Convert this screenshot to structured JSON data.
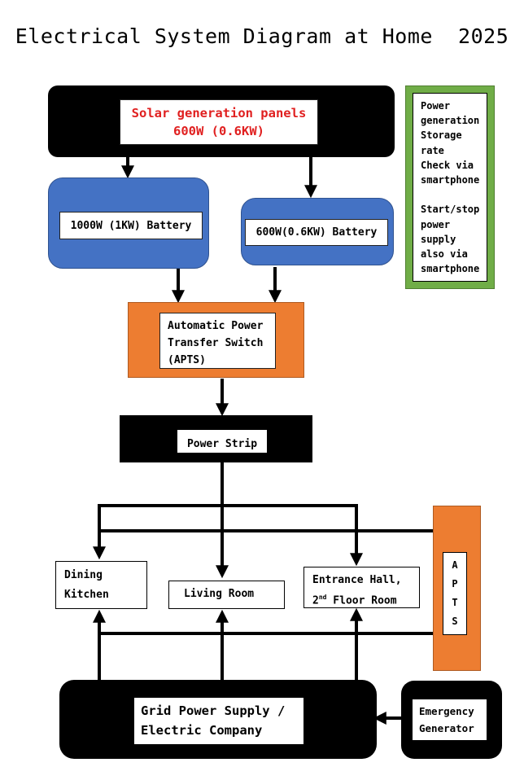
{
  "title": "Electrical System Diagram at Home  2025",
  "solar": {
    "line1": "Solar generation panels",
    "line2": "600W (0.6KW)",
    "text_color": "#e02020"
  },
  "battery_1": {
    "label": "1000W (1KW) Battery"
  },
  "battery_2": {
    "label": "600W(0.6KW) Battery"
  },
  "note": {
    "text": "Power\ngeneration\nStorage\nrate\nCheck via\nsmartphone\n\nStart/stop\npower\nsupply\nalso via\nsmartphone"
  },
  "apts_main": {
    "line1": "Automatic Power",
    "line2": "Transfer Switch",
    "line3": "(APTS)"
  },
  "power_strip": {
    "label": "Power Strip"
  },
  "rooms": [
    {
      "id": "dining-kitchen",
      "line1": "Dining",
      "line2": "Kitchen"
    },
    {
      "id": "living-room",
      "line1": "Living Room"
    },
    {
      "id": "entrance-hall",
      "line1": "Entrance Hall,",
      "line2_num": "2",
      "line2_sup": "nd",
      "line2_rest": " Floor Room"
    }
  ],
  "apts_side": {
    "letters": [
      "A",
      "P",
      "T",
      "S"
    ]
  },
  "grid": {
    "line1": "Grid Power Supply /",
    "line2": "Electric Company"
  },
  "generator": {
    "line1": "Emergency",
    "line2": "Generator"
  },
  "colors": {
    "blue": "#4472c4",
    "orange": "#ed7d31",
    "green": "#70ad47",
    "black": "#000000"
  }
}
